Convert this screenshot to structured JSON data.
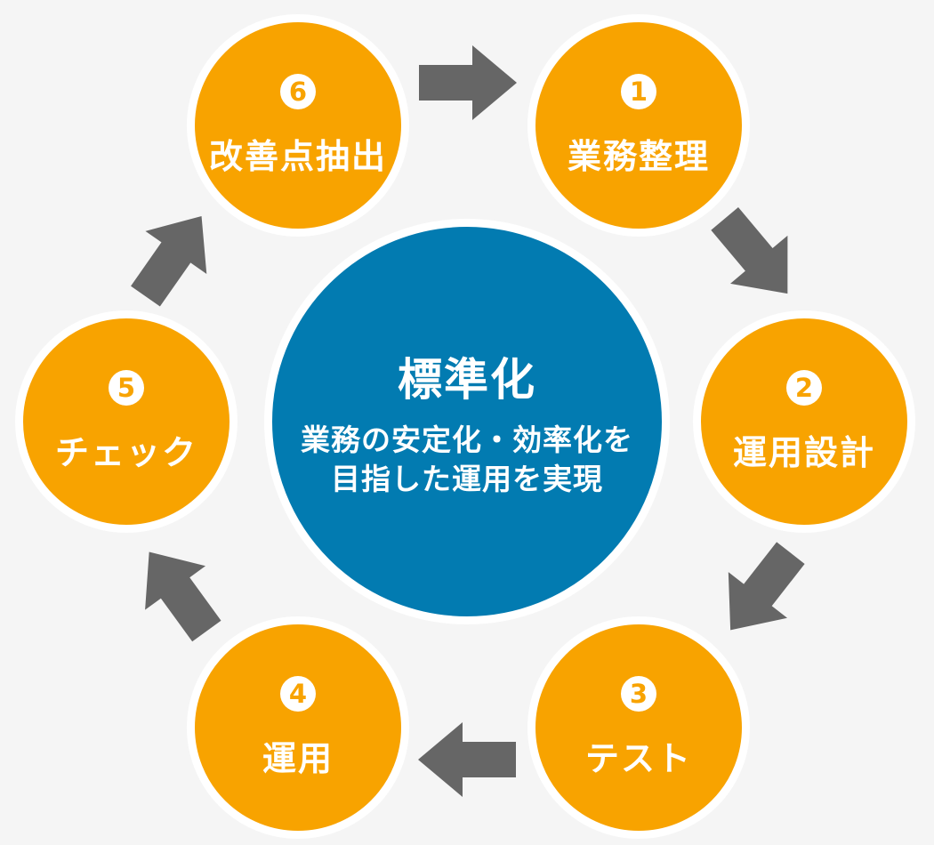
{
  "center": {
    "title": "標準化",
    "subtitle_line1": "業務の安定化・効率化を",
    "subtitle_line2": "目指した運用を実現"
  },
  "steps": [
    {
      "number": "1",
      "label": "業務整理"
    },
    {
      "number": "2",
      "label": "運用設計"
    },
    {
      "number": "3",
      "label": "テスト"
    },
    {
      "number": "4",
      "label": "運用"
    },
    {
      "number": "5",
      "label": "チェック"
    },
    {
      "number": "6",
      "label": "改善点抽出"
    }
  ],
  "colors": {
    "step_fill": "#f8a300",
    "center_fill": "#027bb1",
    "arrow_fill": "#666666",
    "background": "#f5f5f5"
  },
  "icons": [
    "arrow-right-icon"
  ]
}
